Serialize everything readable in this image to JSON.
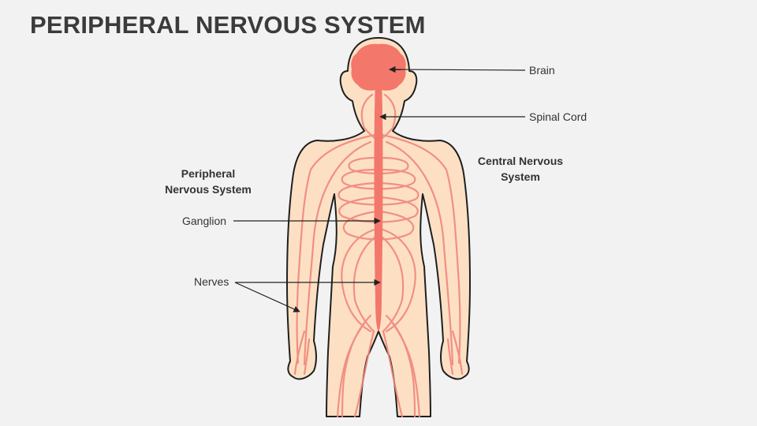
{
  "title": "PERIPHERAL NERVOUS SYSTEM",
  "labels": {
    "brain": "Brain",
    "spinal_cord": "Spinal Cord",
    "central_nervous_system": [
      "Central Nervous",
      "System"
    ],
    "peripheral_nervous_system": [
      "Peripheral",
      "Nervous System"
    ],
    "ganglion": "Ganglion",
    "nerves": "Nerves"
  },
  "colors": {
    "background": "#f2f2f2",
    "skin": "#fde0c4",
    "outline": "#1f1f1f",
    "nerve": "#f0877c",
    "brain": "#f3776b",
    "title": "#3b3b3b"
  }
}
